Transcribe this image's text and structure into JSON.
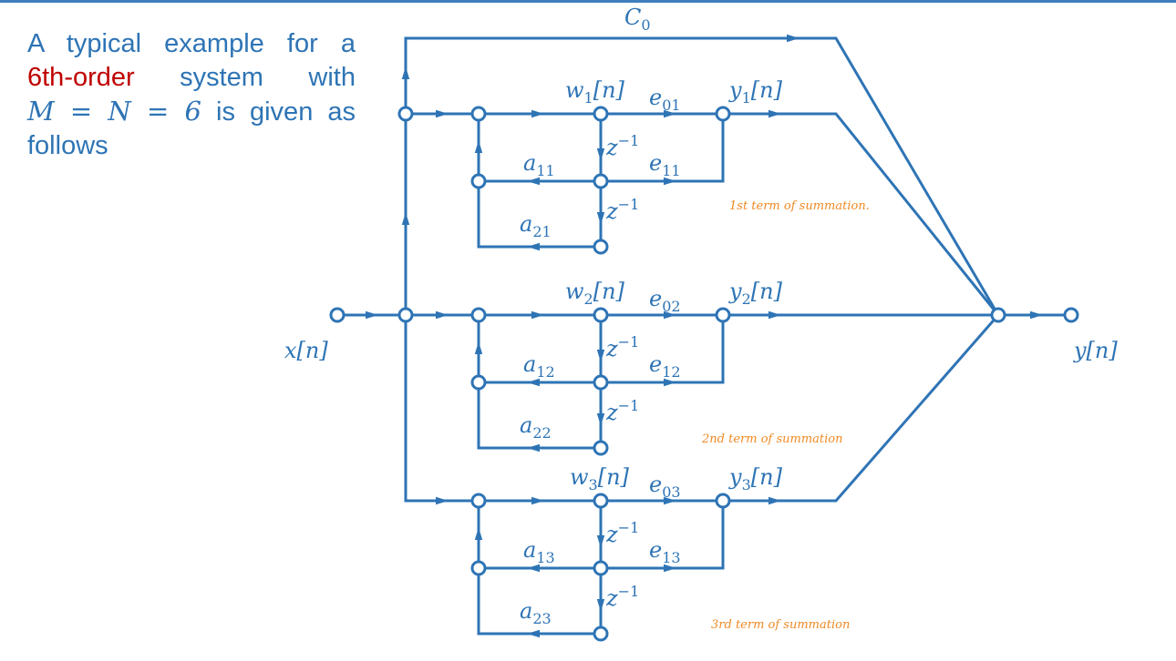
{
  "intro": {
    "line1": "A typical example for a",
    "highlight": "6th-order",
    "line2_rest": "system with",
    "eq": "M = N = 6",
    "line3_rest": "is given as",
    "line4": "follows"
  },
  "labels": {
    "c0": "C",
    "c0_sub": "0",
    "input": "x[n]",
    "output": "y[n]",
    "z_inv": "z",
    "z_inv_sup": "−1",
    "w": "w",
    "n_suffix": "[n]",
    "y": "y",
    "e": "e",
    "a": "a"
  },
  "sections": [
    {
      "w_sub": "1",
      "y_sub": "1",
      "e0_sub": "01",
      "e1_sub": "11",
      "a1_sub": "11",
      "a2_sub": "21",
      "note": "1st term of summation."
    },
    {
      "w_sub": "2",
      "y_sub": "2",
      "e0_sub": "02",
      "e1_sub": "12",
      "a1_sub": "12",
      "a2_sub": "22",
      "note": "2nd term of summation"
    },
    {
      "w_sub": "3",
      "y_sub": "3",
      "e0_sub": "03",
      "e1_sub": "13",
      "a1_sub": "13",
      "a2_sub": "23",
      "note": "3rd term of summation"
    }
  ],
  "colors": {
    "diagram": "#2e74b5",
    "highlight": "#c00000",
    "note": "#f08a24",
    "topbar": "#3f7fc0"
  }
}
